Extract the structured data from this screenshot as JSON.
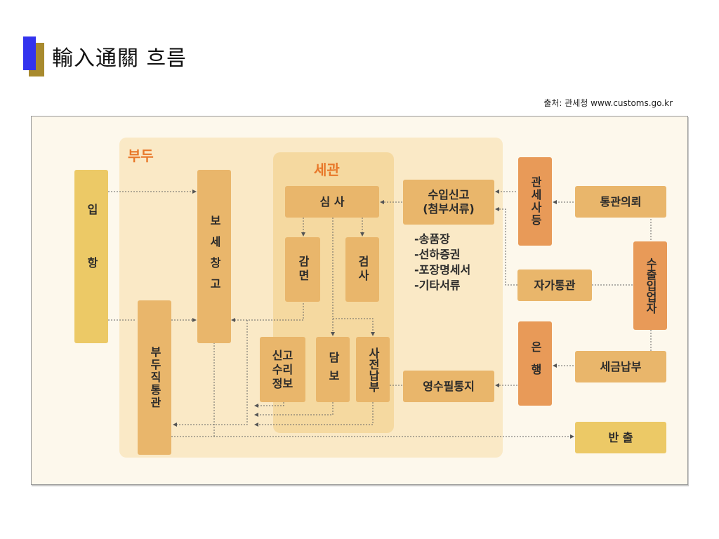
{
  "title": "輸入通關 흐름",
  "source": "출처: 관세청 www.customs.go.kr",
  "zones": {
    "budu": "부두",
    "segwan": "세관"
  },
  "boxes": {
    "ipang": "입항",
    "bonded": "보세창고",
    "pier_clear": "부두직통관",
    "review": "심 사",
    "exempt": "감면",
    "inspect": "검사",
    "accept_info": "신고\n수리\n정보",
    "guarantee": "담보",
    "prepay": "사전납부",
    "declare": "수입신고\n(첨부서류)",
    "broker": "관세사등",
    "request": "통관의뢰",
    "importer": "수출입업자",
    "self_clear": "자가통관",
    "bank": "은행",
    "tax_pay": "세금납부",
    "receipt": "영수필통지",
    "release": "반 출"
  },
  "attachments": [
    "-송품장",
    "-선하증권",
    "-포장명세서",
    "-기타서류"
  ]
}
